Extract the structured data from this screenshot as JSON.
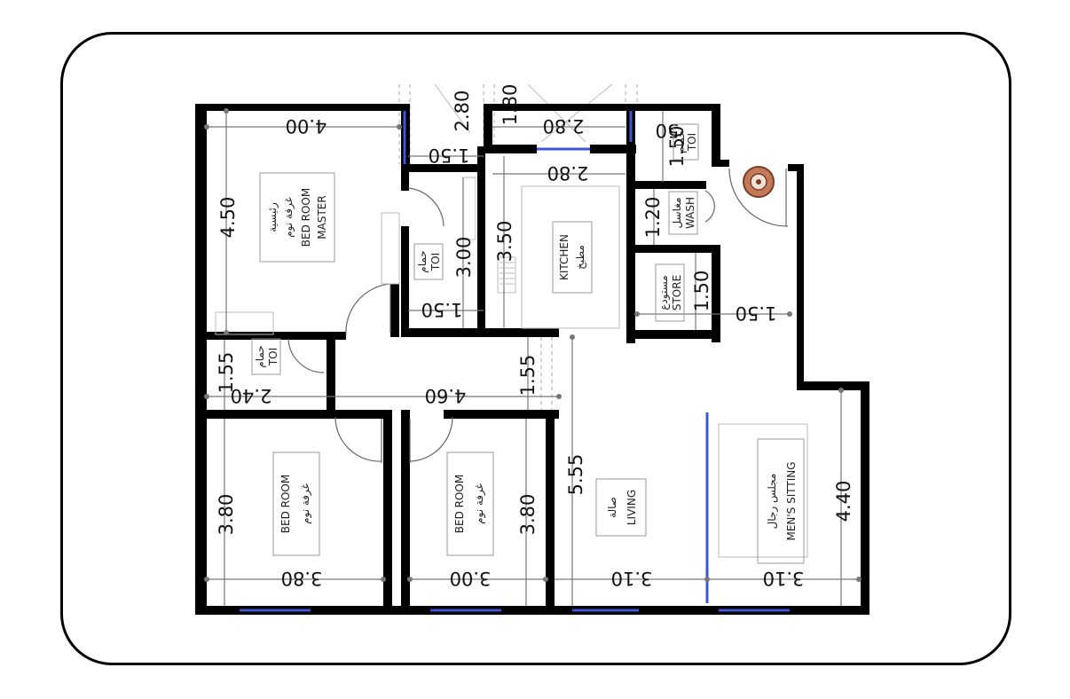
{
  "rooms": {
    "master_bedroom": {
      "en": "BED ROOM",
      "en2": "MASTER",
      "ar": "غرفة نوم",
      "ar2": "رئيسية"
    },
    "toilet_master": {
      "en": "TOI",
      "ar": "حمام"
    },
    "toilet_hall": {
      "en": "TOI",
      "ar": "حمام"
    },
    "toilet_top": {
      "en": "TOI",
      "ar": "حمام"
    },
    "kitchen": {
      "en": "KITCHEN",
      "ar": "مطبخ"
    },
    "wash": {
      "en": "WASH",
      "ar": "مغاسل"
    },
    "store": {
      "en": "STORE",
      "ar": "مستودع"
    },
    "bedroom_left": {
      "en": "BED ROOM",
      "ar": "غرفة نوم"
    },
    "bedroom_mid": {
      "en": "BED ROOM",
      "ar": "غرفة نوم"
    },
    "living": {
      "en": "LIVING",
      "ar": "صالة"
    },
    "mens_sitting": {
      "en": "MEN'S SITTING",
      "ar": "مجلس رجال"
    }
  },
  "dimensions": {
    "d_4_00": "4.00",
    "d_4_50": "4.50",
    "d_2_80_top": "2.80",
    "d_1_80_top": "1.80",
    "d_1_50_a": "1.50",
    "d_2_80_b": "2.80",
    "d_2_80_c": "2.80",
    "d_1_50_toi": "1.50",
    "d_1_20": "1.20",
    "d_1_50_store": "1.50",
    "d_1_50_right": "1.50",
    "d_3_00": "3.00",
    "d_3_50": "3.50",
    "d_1_50_toi2": "1.50",
    "d_1_55_left": "1.55",
    "d_2_40": "2.40",
    "d_4_60": "4.60",
    "d_1_55_mid": "1.55",
    "d_5_55": "5.55",
    "d_4_40": "4.40",
    "d_3_80_left_v": "3.80",
    "d_3_80_mid_v": "3.80",
    "d_3_80_bottom": "3.80",
    "d_3_00_bottom": "3.00",
    "d_3_10_a": "3.10",
    "d_3_10_b": "3.10",
    "d_50": "50"
  },
  "entrance_icon": "entrance-marker-icon"
}
